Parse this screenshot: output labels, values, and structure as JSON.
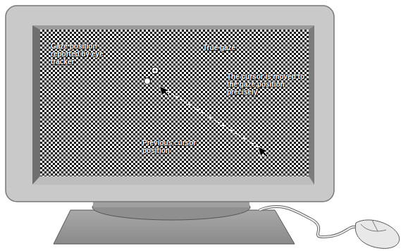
{
  "diagram": {
    "labels": [
      "Gaze position reported by eye tracker",
      "True gaze",
      "The cursor is moved to the gaze position precisely",
      "Previous cursor position"
    ]
  }
}
